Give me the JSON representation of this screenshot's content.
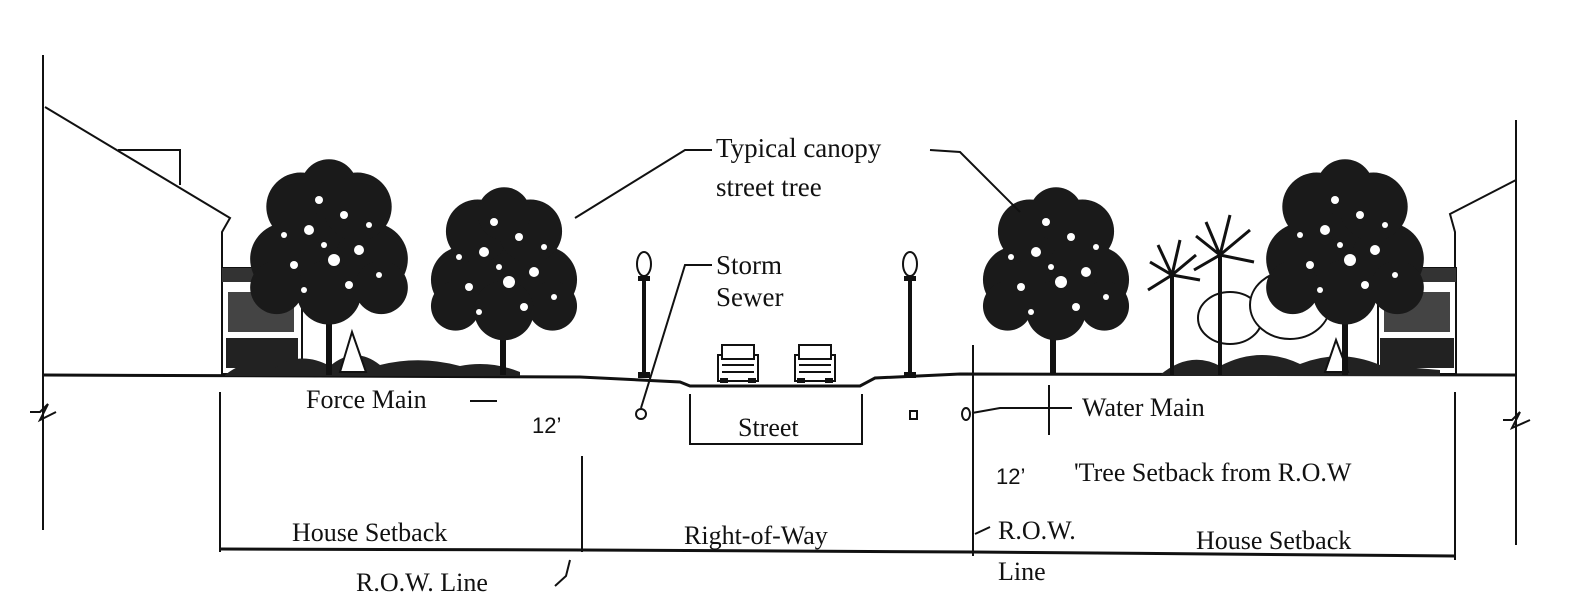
{
  "labels": {
    "canopy_line1": "Typical canopy",
    "canopy_line2": "street tree",
    "storm_line1": "Storm",
    "storm_line2": "Sewer",
    "force_main": "Force Main",
    "street": "Street",
    "water_main": "Water Main",
    "tree_setback": "'Tree Setback from R.O.W",
    "house_setback_left": "House Setback",
    "right_of_way": "Right-of-Way",
    "row_label_line1": "R.O.W.",
    "row_label_line2": "Line",
    "house_setback_right": "House Setback",
    "row_line_bottom": "R.O.W.  Line"
  },
  "dimensions": {
    "left_setback": "12’",
    "right_setback": "12’"
  }
}
